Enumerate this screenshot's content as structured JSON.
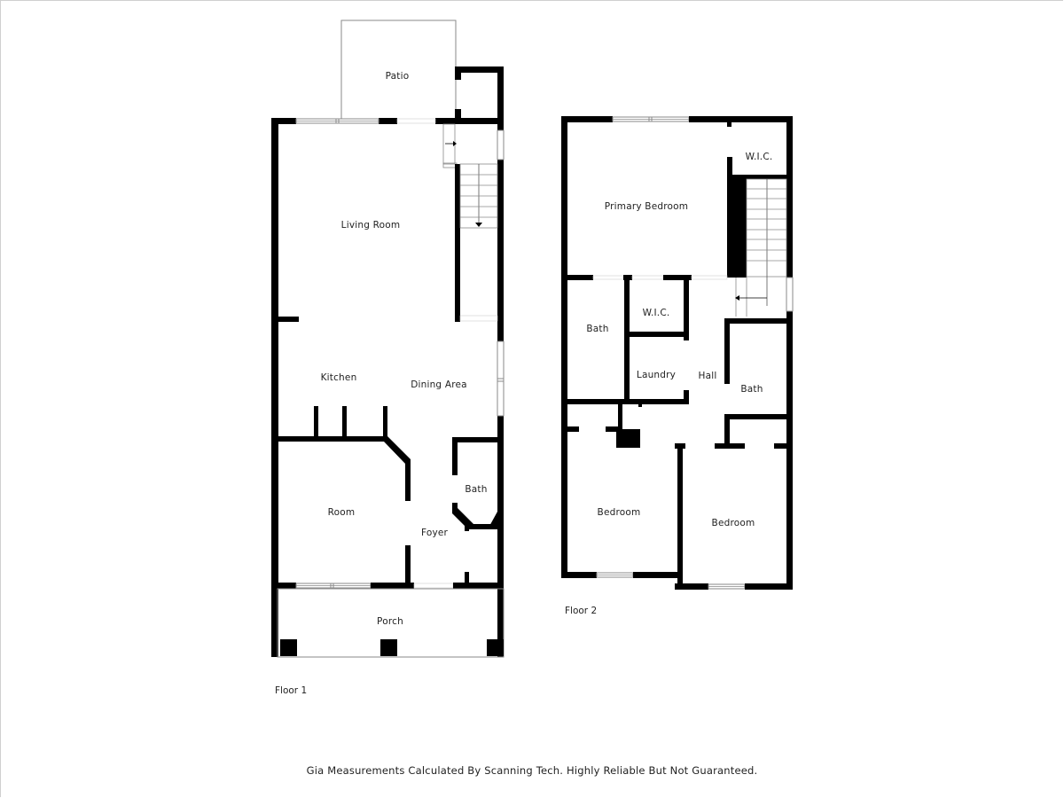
{
  "floors": [
    {
      "label": "Floor 1",
      "rooms": [
        {
          "name": "Patio"
        },
        {
          "name": "Living Room"
        },
        {
          "name": "Kitchen"
        },
        {
          "name": "Dining Area"
        },
        {
          "name": "Room"
        },
        {
          "name": "Bath"
        },
        {
          "name": "Foyer"
        },
        {
          "name": "Porch"
        }
      ]
    },
    {
      "label": "Floor 2",
      "rooms": [
        {
          "name": "W.I.C."
        },
        {
          "name": "Primary Bedroom"
        },
        {
          "name": "Bath"
        },
        {
          "name": "W.I.C."
        },
        {
          "name": "Laundry"
        },
        {
          "name": "Hall"
        },
        {
          "name": "Bath"
        },
        {
          "name": "Bedroom"
        },
        {
          "name": "Bedroom"
        }
      ]
    }
  ],
  "footer": {
    "disclaimer": "Gia Measurements Calculated By Scanning Tech. Highly Reliable But Not Guaranteed."
  },
  "colors": {
    "wall": "#000000",
    "window": "#9a9a9a",
    "background": "#ffffff"
  }
}
